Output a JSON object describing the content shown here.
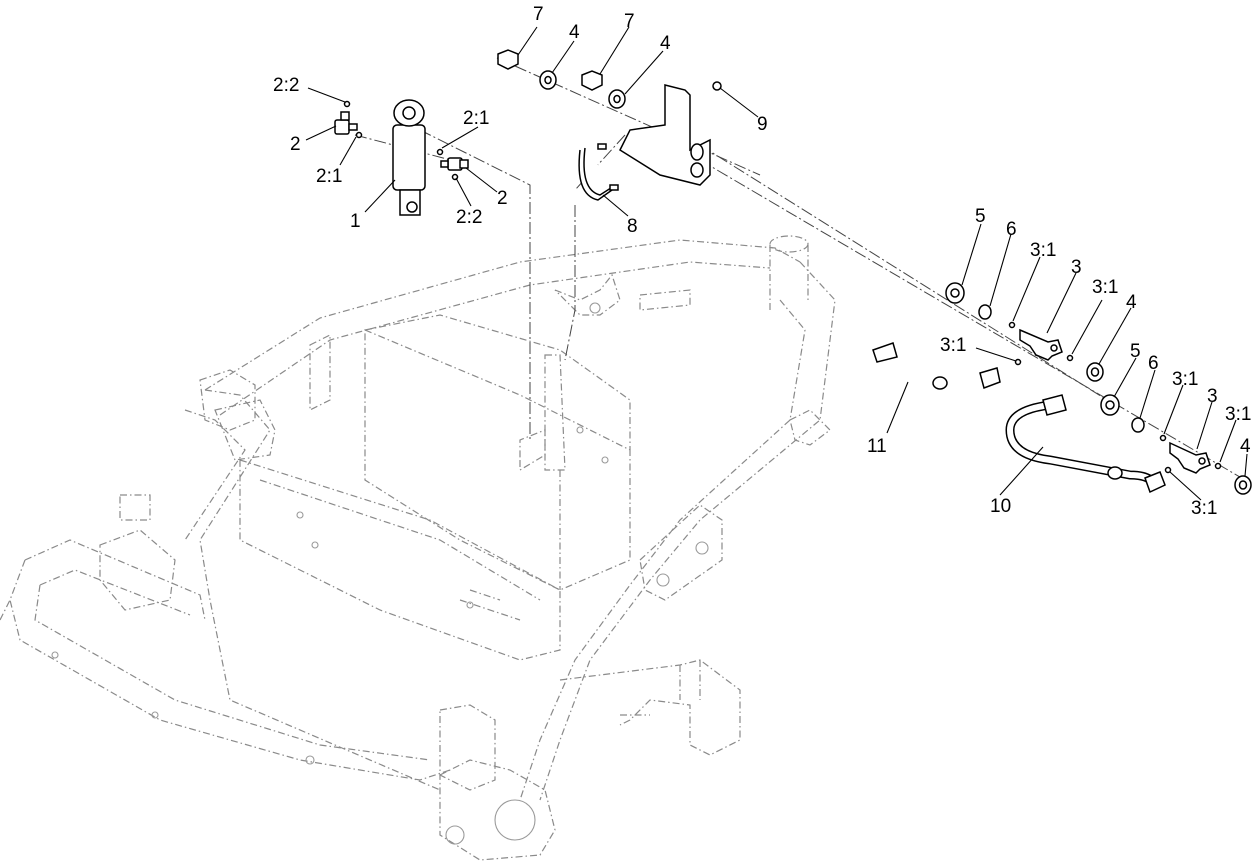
{
  "callouts": {
    "c_2_2_a": "2:2",
    "c_2_a": "2",
    "c_2_1_a": "2:1",
    "c_1": "1",
    "c_2_1_b": "2:1",
    "c_2_b": "2",
    "c_2_2_b": "2:2",
    "c_7_a": "7",
    "c_4_a": "4",
    "c_7_b": "7",
    "c_4_b": "4",
    "c_9": "9",
    "c_8": "8",
    "c_5_a": "5",
    "c_6_a": "6",
    "c_3_1_a": "3:1",
    "c_3_a": "3",
    "c_3_1_b": "3:1",
    "c_4_c": "4",
    "c_3_1_c": "3:1",
    "c_11": "11",
    "c_5_b": "5",
    "c_6_b": "6",
    "c_3_1_d": "3:1",
    "c_3_b": "3",
    "c_3_1_e": "3:1",
    "c_4_d": "4",
    "c_10": "10",
    "c_3_1_f": "3:1"
  }
}
